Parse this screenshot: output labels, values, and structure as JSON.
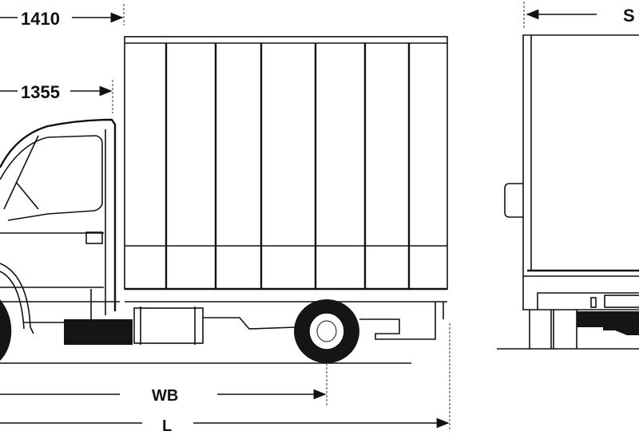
{
  "drawing": {
    "title": "Box truck dimension drawing",
    "dimensions": {
      "height_total": "1410",
      "cab_height": "1355",
      "wheelbase": "WB",
      "length": "L",
      "side_label": "S"
    },
    "colors": {
      "line": "#111111",
      "background": "#ffffff"
    }
  }
}
